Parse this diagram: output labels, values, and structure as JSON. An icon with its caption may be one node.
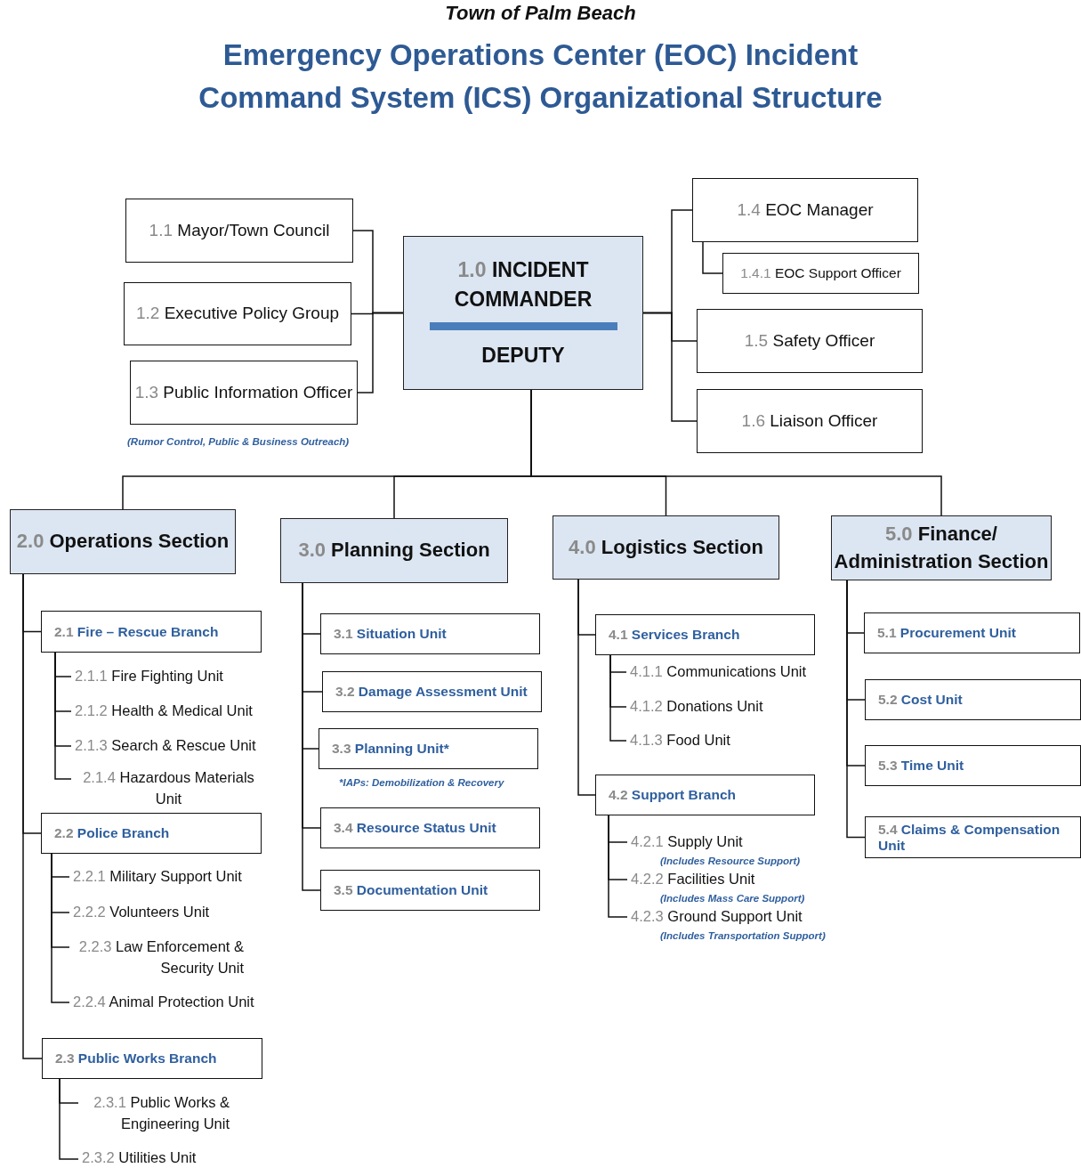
{
  "diagram": {
    "title": "Emergency Operations Center (EOC) Incident Command System (ICS) Organizational Structure",
    "labels": [
      "Town of Palm Beach"
    ],
    "nodes": [
      {
        "text": [
          "1.0 INCIDENT COMMANDER",
          "DEPUTY"
        ]
      },
      {
        "text": [
          "1.1 Mayor/Town Council"
        ]
      },
      {
        "text": [
          "1.2 Executive Policy Group"
        ]
      },
      {
        "text": [
          "1.3 Public Information Officer"
        ],
        "beside": [
          "(Rumor Control, Public & Business Outreach)"
        ]
      },
      {
        "text": [
          "1.4 EOC Manager"
        ]
      },
      {
        "text": [
          "1.4.1 EOC Support Officer"
        ]
      },
      {
        "text": [
          "1.5 Safety Officer"
        ]
      },
      {
        "text": [
          "1.6 Liaison Officer"
        ]
      },
      {
        "text": [
          "2.0 Operations Section"
        ]
      },
      {
        "text": [
          "2.1 Fire – Rescue Branch"
        ]
      },
      {
        "text": [
          "2.1.1 Fire Fighting Unit"
        ]
      },
      {
        "text": [
          "2.1.2 Health & Medical Unit"
        ]
      },
      {
        "text": [
          "2.1.3 Search & Rescue Unit"
        ]
      },
      {
        "text": [
          "2.1.4 Hazardous Materials Unit"
        ]
      },
      {
        "text": [
          "2.2 Police Branch"
        ]
      },
      {
        "text": [
          "2.2.1 Military Support Unit"
        ]
      },
      {
        "text": [
          "2.2.2 Volunteers Unit"
        ]
      },
      {
        "text": [
          "2.2.3 Law Enforcement & Security Unit"
        ]
      },
      {
        "text": [
          "2.2.4 Animal Protection Unit"
        ]
      },
      {
        "text": [
          "2.3 Public Works Branch"
        ]
      },
      {
        "text": [
          "2.3.1 Public Works & Engineering Unit"
        ]
      },
      {
        "text": [
          "2.3.2 Utilities Unit"
        ]
      },
      {
        "text": [
          "3.0 Planning Section"
        ]
      },
      {
        "text": [
          "3.1 Situation Unit"
        ]
      },
      {
        "text": [
          "3.2 Damage Assessment Unit"
        ]
      },
      {
        "text": [
          "3.3 Planning Unit*"
        ],
        "beside": [
          "*IAPs: Demobilization & Recovery"
        ]
      },
      {
        "text": [
          "3.4 Resource Status Unit"
        ]
      },
      {
        "text": [
          "3.5 Documentation Unit"
        ]
      },
      {
        "text": [
          "4.0 Logistics Section"
        ]
      },
      {
        "text": [
          "4.1 Services Branch"
        ]
      },
      {
        "text": [
          "4.1.1 Communications Unit"
        ]
      },
      {
        "text": [
          "4.1.2 Donations Unit"
        ]
      },
      {
        "text": [
          "4.1.3 Food Unit"
        ]
      },
      {
        "text": [
          "4.2 Support Branch"
        ]
      },
      {
        "text": [
          "4.2.1 Supply Unit"
        ],
        "beside": [
          "(Includes Resource Support)"
        ]
      },
      {
        "text": [
          "4.2.2 Facilities Unit"
        ],
        "beside": [
          "(Includes Mass Care Support)"
        ]
      },
      {
        "text": [
          "4.2.3 Ground Support Unit"
        ],
        "beside": [
          "(Includes Transportation Support)"
        ]
      },
      {
        "text": [
          "5.0 Finance/ Administration Section"
        ]
      },
      {
        "text": [
          "5.1 Procurement Unit"
        ]
      },
      {
        "text": [
          "5.2 Cost Unit"
        ]
      },
      {
        "text": [
          "5.3 Time Unit"
        ]
      },
      {
        "text": [
          "5.4 Claims & Compensation Unit"
        ]
      }
    ],
    "edges": [
      {
        "from": 0,
        "to": 1,
        "arrow": "none"
      },
      {
        "from": 0,
        "to": 2,
        "arrow": "none"
      },
      {
        "from": 0,
        "to": 3,
        "arrow": "none"
      },
      {
        "from": 0,
        "to": 4,
        "arrow": "none"
      },
      {
        "from": 4,
        "to": 5,
        "arrow": "none"
      },
      {
        "from": 0,
        "to": 6,
        "arrow": "none"
      },
      {
        "from": 0,
        "to": 7,
        "arrow": "none"
      },
      {
        "from": 0,
        "to": 8,
        "arrow": "none"
      },
      {
        "from": 0,
        "to": 22,
        "arrow": "none"
      },
      {
        "from": 0,
        "to": 28,
        "arrow": "none"
      },
      {
        "from": 0,
        "to": 37,
        "arrow": "none"
      },
      {
        "from": 8,
        "to": 9,
        "arrow": "none"
      },
      {
        "from": 9,
        "to": 10,
        "arrow": "none"
      },
      {
        "from": 9,
        "to": 11,
        "arrow": "none"
      },
      {
        "from": 9,
        "to": 12,
        "arrow": "none"
      },
      {
        "from": 9,
        "to": 13,
        "arrow": "none"
      },
      {
        "from": 8,
        "to": 14,
        "arrow": "none"
      },
      {
        "from": 14,
        "to": 15,
        "arrow": "none"
      },
      {
        "from": 14,
        "to": 16,
        "arrow": "none"
      },
      {
        "from": 14,
        "to": 17,
        "arrow": "none"
      },
      {
        "from": 14,
        "to": 18,
        "arrow": "none"
      },
      {
        "from": 8,
        "to": 19,
        "arrow": "none"
      },
      {
        "from": 19,
        "to": 20,
        "arrow": "none"
      },
      {
        "from": 19,
        "to": 21,
        "arrow": "none"
      },
      {
        "from": 22,
        "to": 23,
        "arrow": "none"
      },
      {
        "from": 22,
        "to": 24,
        "arrow": "none"
      },
      {
        "from": 22,
        "to": 25,
        "arrow": "none"
      },
      {
        "from": 22,
        "to": 26,
        "arrow": "none"
      },
      {
        "from": 22,
        "to": 27,
        "arrow": "none"
      },
      {
        "from": 28,
        "to": 29,
        "arrow": "none"
      },
      {
        "from": 29,
        "to": 30,
        "arrow": "none"
      },
      {
        "from": 29,
        "to": 31,
        "arrow": "none"
      },
      {
        "from": 29,
        "to": 32,
        "arrow": "none"
      },
      {
        "from": 28,
        "to": 33,
        "arrow": "none"
      },
      {
        "from": 33,
        "to": 34,
        "arrow": "none"
      },
      {
        "from": 33,
        "to": 35,
        "arrow": "none"
      },
      {
        "from": 33,
        "to": 36,
        "arrow": "none"
      },
      {
        "from": 37,
        "to": 38,
        "arrow": "none"
      },
      {
        "from": 37,
        "to": 39,
        "arrow": "none"
      },
      {
        "from": 37,
        "to": 40,
        "arrow": "none"
      },
      {
        "from": 37,
        "to": 41,
        "arrow": "none"
      }
    ]
  }
}
